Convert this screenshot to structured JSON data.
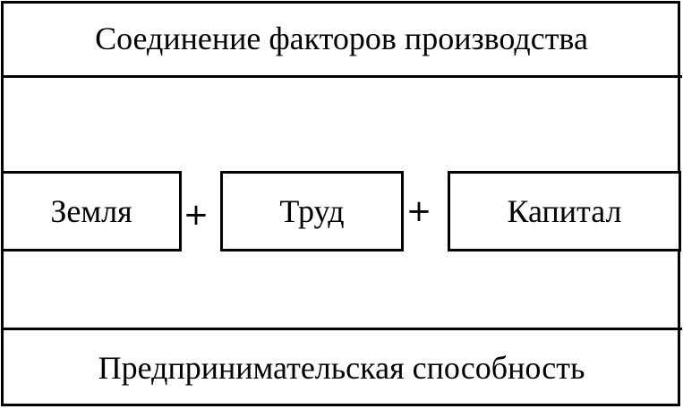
{
  "diagram": {
    "top_label": "Соединение факторов производства",
    "bottom_label": "Предпринимательская способность",
    "factors": [
      {
        "label": "Земля"
      },
      {
        "label": "Труд"
      },
      {
        "label": "Капитал"
      }
    ],
    "operators": [
      "+",
      "+"
    ],
    "colors": {
      "line": "#000000",
      "background": "#ffffff"
    }
  }
}
